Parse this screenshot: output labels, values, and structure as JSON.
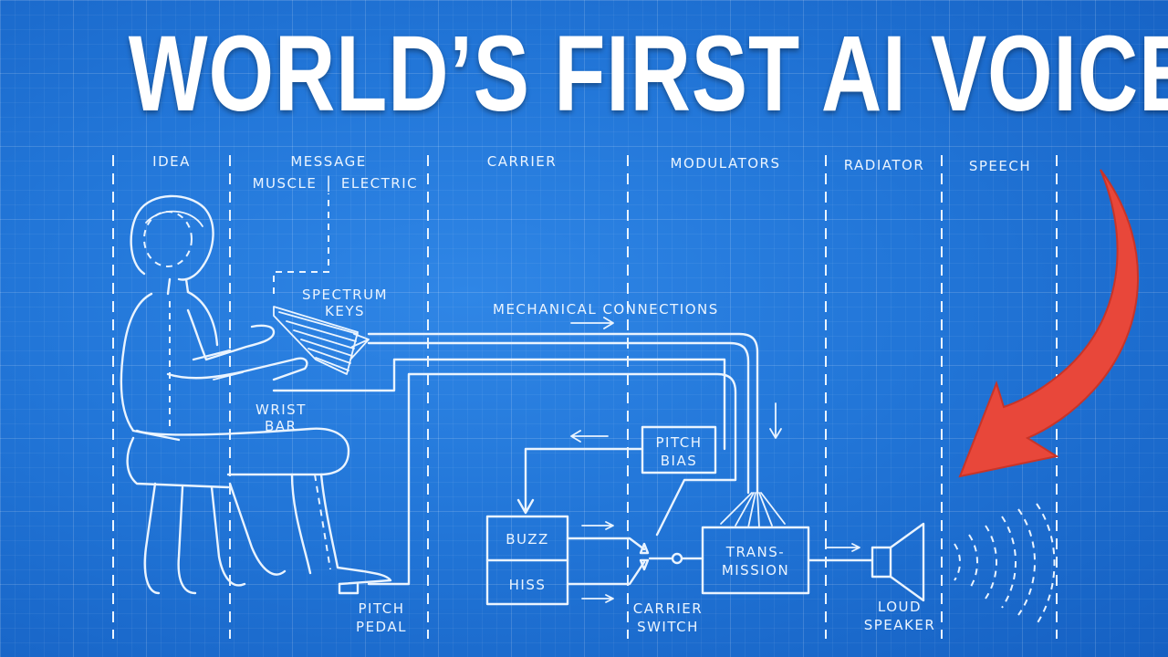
{
  "title": "WORLD’S FIRST AI VOICE",
  "columns": {
    "idea": "IDEA",
    "message": "MESSAGE",
    "muscle": "MUSCLE",
    "electric": "ELECTRIC",
    "carrier": "CARRIER",
    "modulators": "MODULATORS",
    "radiator": "RADIATOR",
    "speech": "SPEECH"
  },
  "labels": {
    "spectrum_1": "SPECTRUM",
    "spectrum_2": "KEYS",
    "mechanical": "MECHANICAL CONNECTIONS",
    "wrist_1": "WRIST",
    "wrist_2": "BAR",
    "pitch_pedal_1": "PITCH",
    "pitch_pedal_2": "PEDAL",
    "pitch_bias_1": "PITCH",
    "pitch_bias_2": "BIAS",
    "buzz": "BUZZ",
    "hiss": "HISS",
    "carrier_switch_1": "CARRIER",
    "carrier_switch_2": "SWITCH",
    "transmission_1": "TRANS-",
    "transmission_2": "MISSION",
    "loud_speaker_1": "LOUD",
    "loud_speaker_2": "SPEAKER"
  },
  "colors": {
    "background": "#2276d8",
    "line": "#eaf4ff",
    "arrow": "#e8473a"
  },
  "icons": [
    "curved-red-arrow-icon",
    "sound-waves-icon",
    "loudspeaker-icon"
  ]
}
